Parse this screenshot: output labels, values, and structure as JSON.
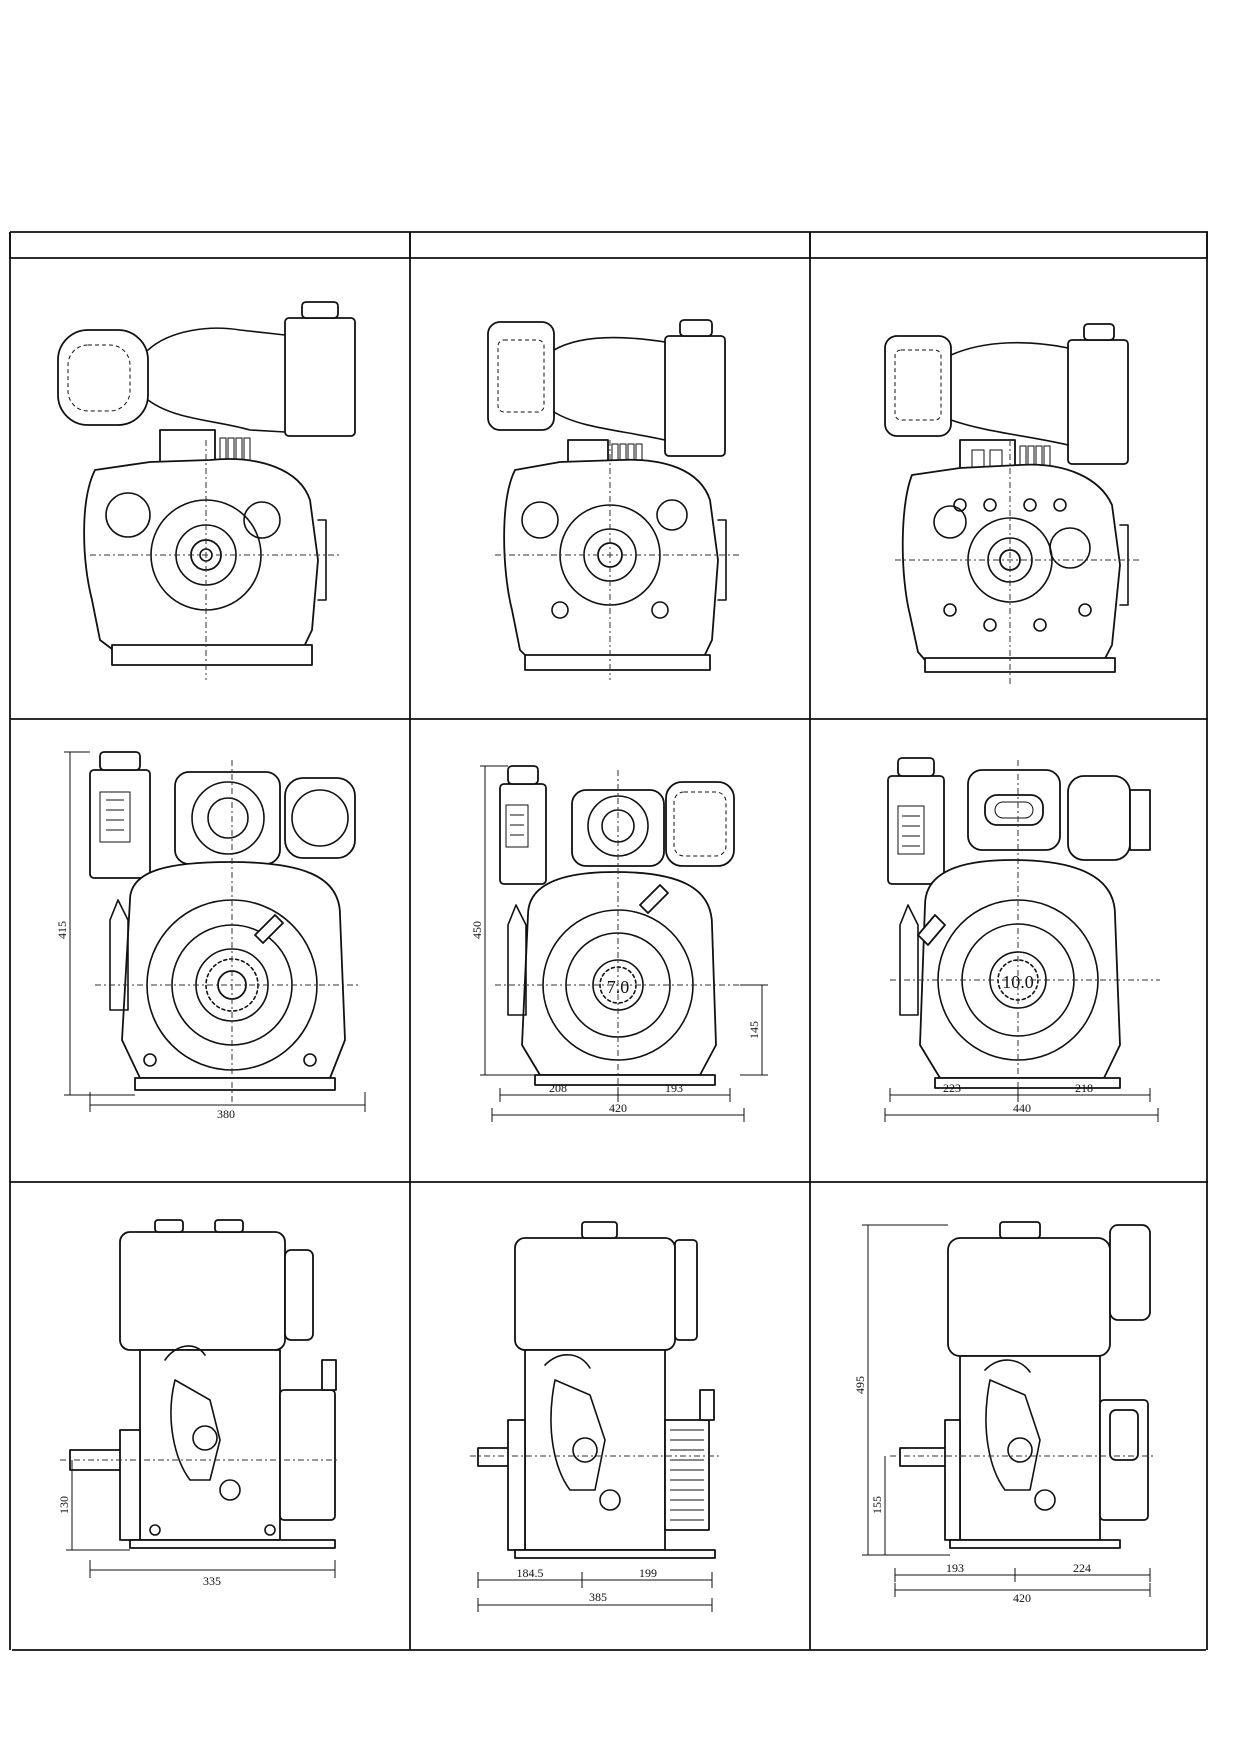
{
  "dimensions": {
    "panel_r2c1": {
      "height": "415",
      "width": "380"
    },
    "panel_r2c2": {
      "height": "450",
      "shaft_height": "145",
      "left": "208",
      "right": "193",
      "width": "420",
      "flywheel_label": "7.0"
    },
    "panel_r2c3": {
      "left": "223",
      "right": "218",
      "width": "440",
      "flywheel_label": "10.0"
    },
    "panel_r3c1": {
      "shaft_height": "130",
      "width": "335"
    },
    "panel_r3c2": {
      "left": "184.5",
      "right": "199",
      "width": "385"
    },
    "panel_r3c3": {
      "height": "495",
      "shaft_height": "155",
      "left": "193",
      "right": "224",
      "width": "420"
    }
  }
}
